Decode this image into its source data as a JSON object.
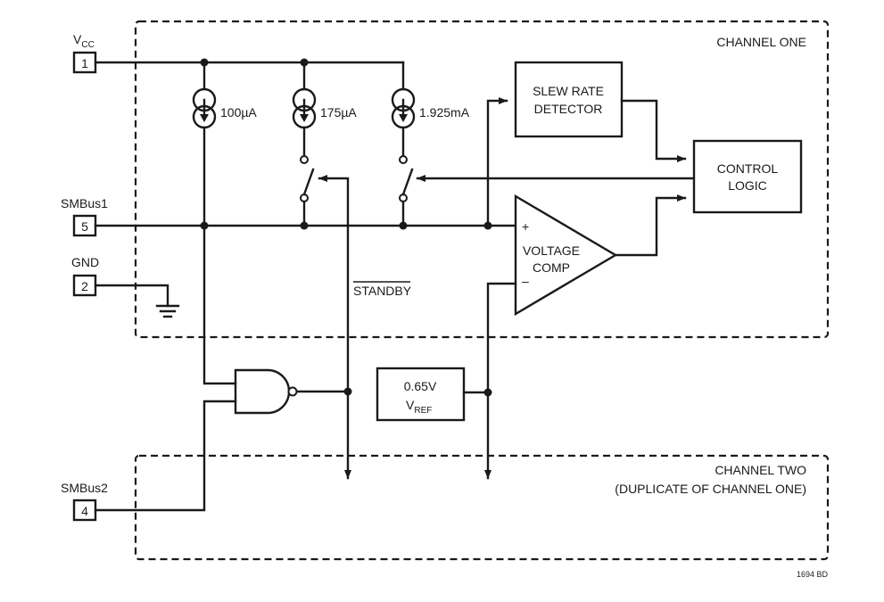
{
  "channel_one": {
    "label": "CHANNEL ONE"
  },
  "channel_two": {
    "label_line1": "CHANNEL TWO",
    "label_line2": "(DUPLICATE OF CHANNEL ONE)"
  },
  "pins": {
    "vcc": {
      "name_main": "V",
      "name_sub": "CC",
      "number": "1"
    },
    "smbus1": {
      "name": "SMBus1",
      "number": "5"
    },
    "gnd": {
      "name": "GND",
      "number": "2"
    },
    "smbus2": {
      "name": "SMBus2",
      "number": "4"
    }
  },
  "current_sources": [
    {
      "value": "100µA"
    },
    {
      "value": "175µA"
    },
    {
      "value": "1.925mA"
    }
  ],
  "blocks": {
    "slew_rate": {
      "line1": "SLEW RATE",
      "line2": "DETECTOR"
    },
    "control_logic": {
      "line1": "CONTROL",
      "line2": "LOGIC"
    },
    "voltage_comp": {
      "line1": "VOLTAGE",
      "line2": "COMP",
      "plus": "+",
      "minus": "–"
    },
    "vref": {
      "value": "0.65V",
      "name_main": "V",
      "name_sub": "REF"
    }
  },
  "signals": {
    "standby": "STANDBY"
  },
  "figure_code": "1694 BD"
}
